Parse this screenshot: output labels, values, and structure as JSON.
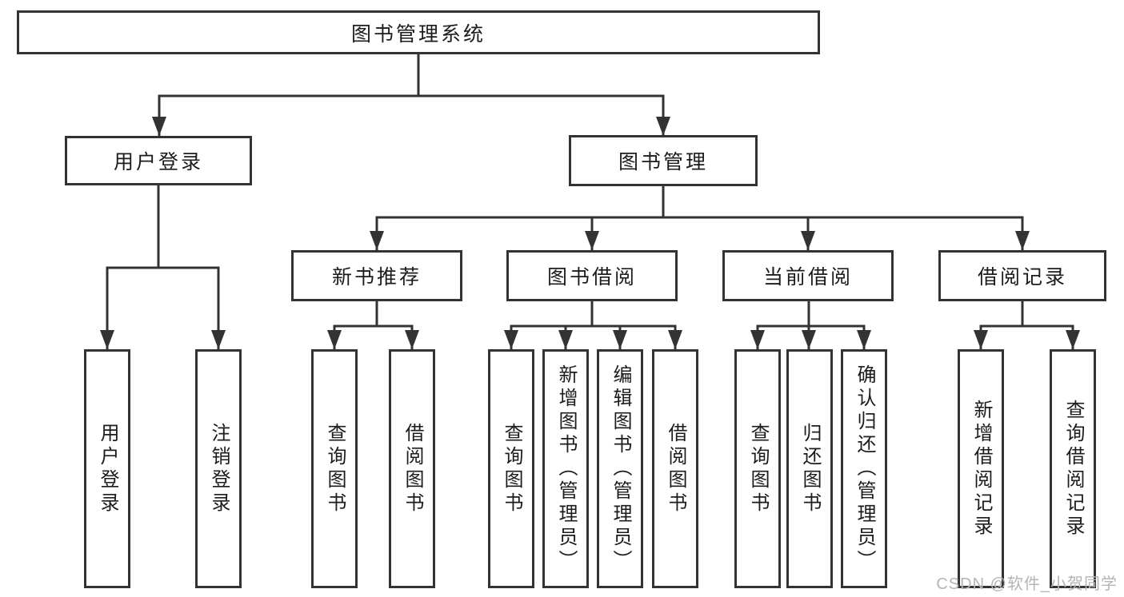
{
  "root": {
    "label": "图书管理系统"
  },
  "user_login": {
    "label": "用户登录",
    "children": [
      "用户登录",
      "注销登录"
    ]
  },
  "book_management": {
    "label": "图书管理",
    "sections": [
      {
        "label": "新书推荐",
        "children": [
          "查询图书",
          "借阅图书"
        ]
      },
      {
        "label": "图书借阅",
        "children": [
          "查询图书",
          "新增图书（管理员）",
          "编辑图书（管理员）",
          "借阅图书"
        ]
      },
      {
        "label": "当前借阅",
        "children": [
          "查询图书",
          "归还图书",
          "确认归还（管理员）"
        ]
      },
      {
        "label": "借阅记录",
        "children": [
          "新增借阅记录",
          "查询借阅记录"
        ]
      }
    ]
  },
  "watermark": {
    "label": "CSDN @软件_小贺同学"
  },
  "colors": {
    "line": "#333333",
    "box_border": "#333333",
    "box_fill": "#ffffff",
    "text": "#1c1c1c",
    "watermark": "#b5b5b5",
    "background": "#ffffff"
  }
}
